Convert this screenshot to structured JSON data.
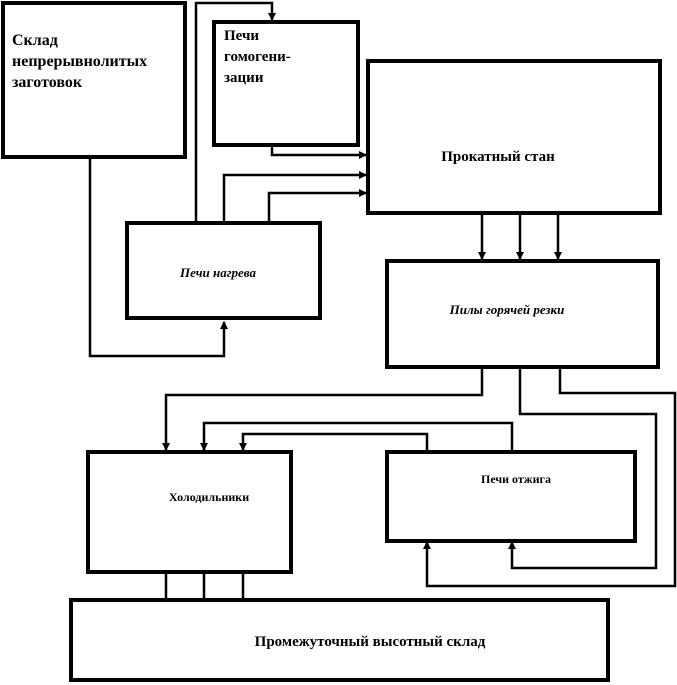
{
  "diagram": {
    "sklad_zagotovok": [
      "Склад",
      "непрерывнолитых",
      "заготовок"
    ],
    "pechi_gomogenizacii": [
      "Печи",
      "гомогени-",
      "зации"
    ],
    "prokatnyi_stan": "Прокатный стан",
    "pechi_nagreva": "Печи нагрева",
    "pily_goryachei_rezki": "Пилы горячей резки",
    "holodilniki": "Холодильники",
    "pechi_otzhiga": "Печи отжига",
    "promezhutochnyi_sklad": "Промежуточный высотный склад"
  }
}
